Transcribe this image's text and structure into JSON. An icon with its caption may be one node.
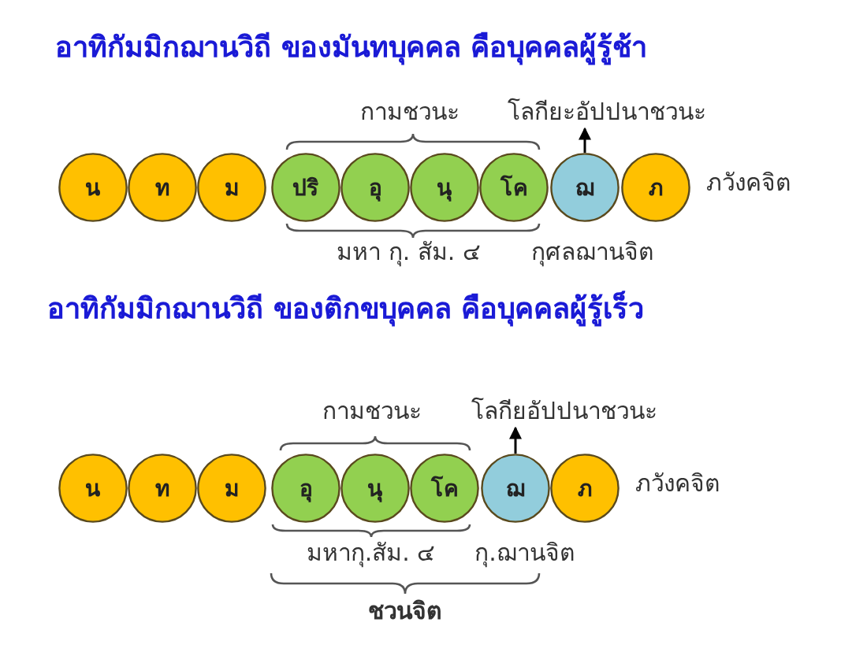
{
  "diagram": {
    "nodes": [
      {
        "text": [
          "โลกียะอัปปนาชวนะ"
        ]
      },
      {
        "text": [
          "น"
        ]
      },
      {
        "text": [
          "ท"
        ]
      },
      {
        "text": [
          "ม"
        ]
      },
      {
        "text": [
          "ปริ"
        ]
      },
      {
        "text": [
          "อุ"
        ]
      },
      {
        "text": [
          "นุ"
        ]
      },
      {
        "text": [
          "โค"
        ]
      },
      {
        "text": [
          "ฌ"
        ],
        "beside": [
          "กุศลฌานจิต"
        ]
      },
      {
        "text": [
          "ภ"
        ],
        "beside": [
          "ภวังคจิต"
        ]
      },
      {
        "text": [
          "โลกียอัปปนาชวนะ"
        ]
      },
      {
        "text": [
          "น"
        ]
      },
      {
        "text": [
          "ท"
        ]
      },
      {
        "text": [
          "ม"
        ]
      },
      {
        "text": [
          "อุ"
        ]
      },
      {
        "text": [
          "นุ"
        ]
      },
      {
        "text": [
          "โค"
        ]
      },
      {
        "text": [
          "ฌ"
        ],
        "beside": [
          "กุ.ฌานจิต"
        ]
      },
      {
        "text": [
          "ภ"
        ],
        "beside": [
          "ภวังคจิต"
        ]
      }
    ],
    "edges": [
      {
        "from": 8,
        "to": 0,
        "arrow": "to"
      },
      {
        "from": 17,
        "to": 10,
        "arrow": "to"
      }
    ],
    "labels": [
      "อาทิกัมมิกฌานวิถี ของมันทบุคคล คือบุคคลผู้รู้ช้า",
      "กามชวนะ",
      "มหา กุ. สัม. ๔",
      "อาทิกัมมิกฌานวิถี ของติกขบุคคล คือบุคคลผู้รู้เร็ว",
      "กามชวนะ",
      "มหากุ.สัม. ๔",
      "ชวนจิต"
    ]
  }
}
